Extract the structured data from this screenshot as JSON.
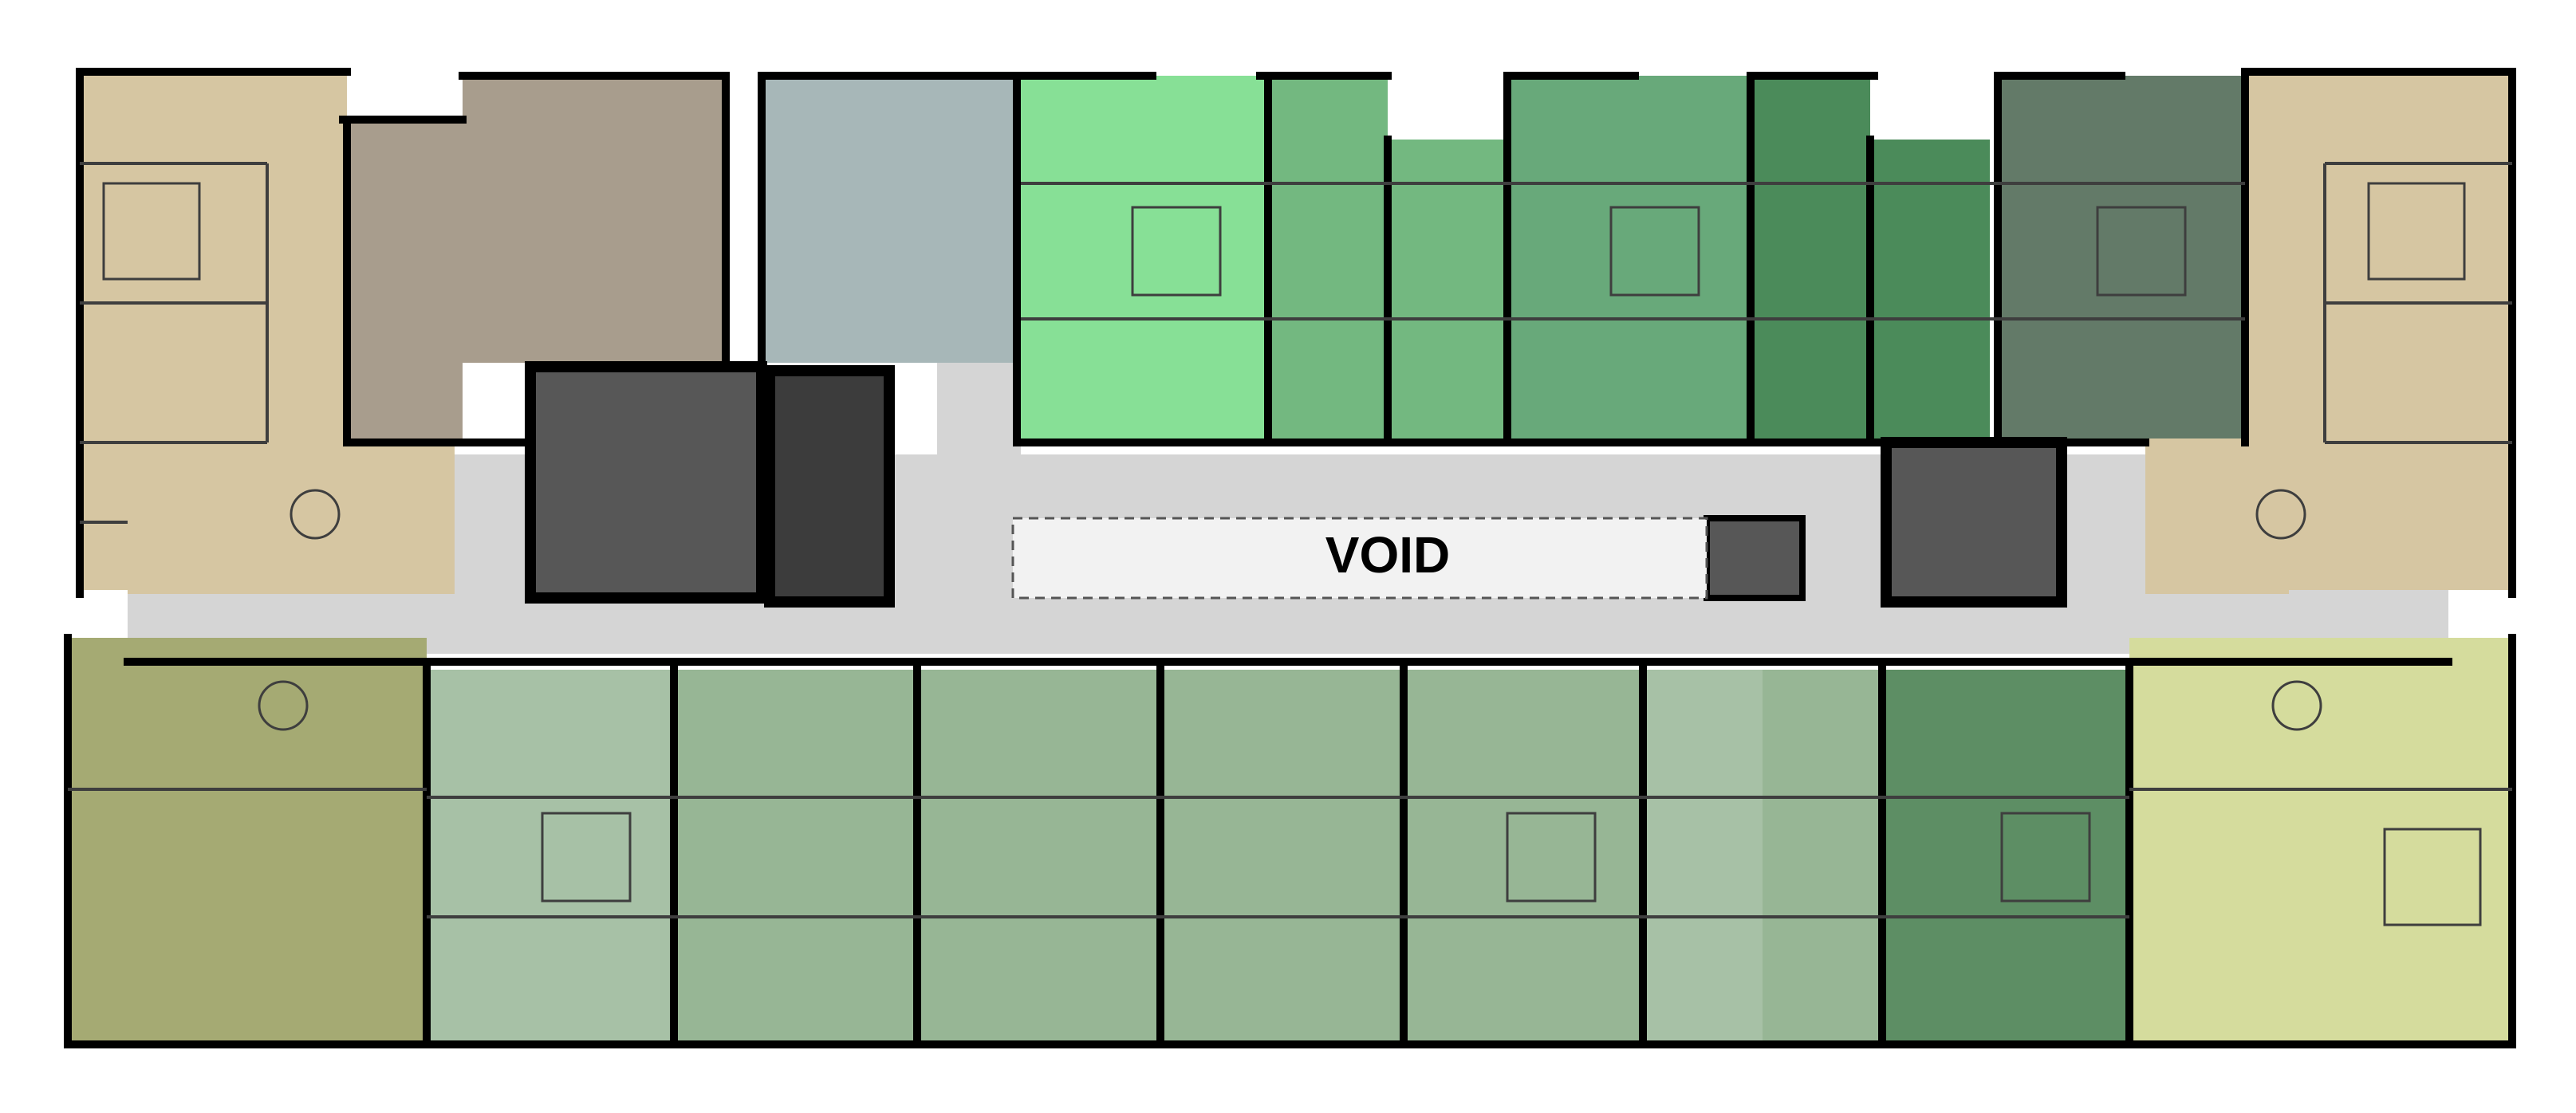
{
  "void_label": "VOID",
  "colors": {
    "background": "#ffffff",
    "wall": "#000000",
    "corridor": "#d5d5d5",
    "core": "#575757",
    "core_dark": "#3c3c3c",
    "void_fill": "#f2f2f2",
    "beige": "#d6c6a2",
    "taupe": "#a89d8d",
    "blue_gray": "#a7b7b8",
    "bright_green": "#87e096",
    "mid_green": "#73b880",
    "green": "#68a97a",
    "dark_green": "#4b8b5a",
    "gray_green": "#637a68",
    "olive": "#a5aa73",
    "light_sage": "#a7c1a6",
    "sage": "#97b695",
    "deep_sage": "#5d8e64",
    "yellow_green": "#d5dc9d",
    "furniture_line": "#3e3e3e"
  },
  "units": [
    {
      "id": "nw-corner",
      "color": "beige"
    },
    {
      "id": "north-2br",
      "color": "taupe"
    },
    {
      "id": "north-blue",
      "color": "blue_gray"
    },
    {
      "id": "north-studio-1",
      "color": "bright_green"
    },
    {
      "id": "north-studio-2",
      "color": "mid_green"
    },
    {
      "id": "north-studio-3",
      "color": "mid_green"
    },
    {
      "id": "north-studio-4",
      "color": "green"
    },
    {
      "id": "north-studio-5",
      "color": "dark_green"
    },
    {
      "id": "north-studio-6",
      "color": "dark_green"
    },
    {
      "id": "north-studio-7",
      "color": "gray_green"
    },
    {
      "id": "ne-corner",
      "color": "beige"
    },
    {
      "id": "sw-corner",
      "color": "olive"
    },
    {
      "id": "south-studio-1",
      "color": "light_sage"
    },
    {
      "id": "south-studio-2",
      "color": "sage"
    },
    {
      "id": "south-studio-3",
      "color": "sage"
    },
    {
      "id": "south-studio-4",
      "color": "sage"
    },
    {
      "id": "south-studio-5",
      "color": "sage"
    },
    {
      "id": "south-studio-6",
      "color": "light_sage"
    },
    {
      "id": "south-studio-7",
      "color": "light_sage"
    },
    {
      "id": "south-studio-8",
      "color": "sage"
    },
    {
      "id": "south-studio-9",
      "color": "deep_sage"
    },
    {
      "id": "se-corner",
      "color": "yellow_green"
    }
  ]
}
